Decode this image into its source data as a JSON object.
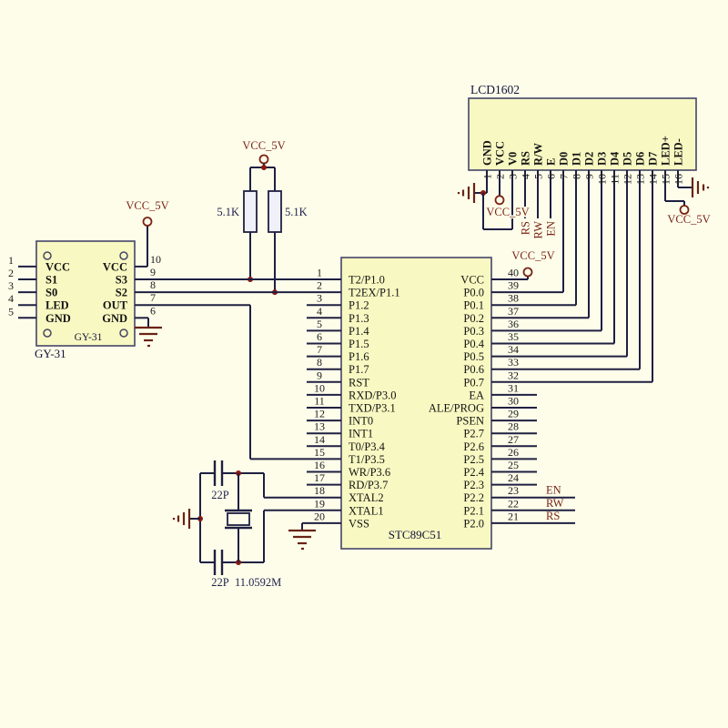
{
  "colors": {
    "background": "#FDFDEA",
    "wire": "#1F1F42",
    "component_fill": "#F8F8C2",
    "component_border": "#454568",
    "pin_text": "#141414",
    "number_text": "#1A1A1A",
    "title_text": "#101038",
    "value_text": "#23234E",
    "power_text": "#7B2315",
    "net_text": "#7B2315",
    "ground": "#6B2314",
    "junction": "#8B1A10",
    "resistor_fill": "#F0F0F8"
  },
  "power": {
    "vcc": "VCC_5V"
  },
  "nets": {
    "en": "EN",
    "rw": "RW",
    "rs": "RS"
  },
  "values": {
    "r1": "5.1K",
    "r2": "5.1K",
    "c1": "22P",
    "c2": "22P",
    "crystal": "11.0592M"
  },
  "gy31": {
    "designator": "GY-31",
    "inner_label": "GY-31",
    "left_pins": [
      {
        "num": "1",
        "label": "VCC"
      },
      {
        "num": "2",
        "label": "S1"
      },
      {
        "num": "3",
        "label": "S0"
      },
      {
        "num": "4",
        "label": "LED"
      },
      {
        "num": "5",
        "label": "GND"
      }
    ],
    "right_pins": [
      {
        "num": "10",
        "label": "VCC"
      },
      {
        "num": "9",
        "label": "S3"
      },
      {
        "num": "8",
        "label": "S2"
      },
      {
        "num": "7",
        "label": "OUT"
      },
      {
        "num": "6",
        "label": "GND"
      }
    ]
  },
  "mcu": {
    "title": "STC89C51",
    "left_pins": [
      {
        "num": "1",
        "label": "T2/P1.0"
      },
      {
        "num": "2",
        "label": "T2EX/P1.1"
      },
      {
        "num": "3",
        "label": "P1.2"
      },
      {
        "num": "4",
        "label": "P1.3"
      },
      {
        "num": "5",
        "label": "P1.4"
      },
      {
        "num": "6",
        "label": "P1.5"
      },
      {
        "num": "7",
        "label": "P1.6"
      },
      {
        "num": "8",
        "label": "P1.7"
      },
      {
        "num": "9",
        "label": "RST"
      },
      {
        "num": "10",
        "label": "RXD/P3.0"
      },
      {
        "num": "11",
        "label": "TXD/P3.1"
      },
      {
        "num": "12",
        "label": "INT0"
      },
      {
        "num": "13",
        "label": "INT1"
      },
      {
        "num": "14",
        "label": "T0/P3.4"
      },
      {
        "num": "15",
        "label": "T1/P3.5"
      },
      {
        "num": "16",
        "label": "WR/P3.6"
      },
      {
        "num": "17",
        "label": "RD/P3.7"
      },
      {
        "num": "18",
        "label": "XTAL2"
      },
      {
        "num": "19",
        "label": "XTAL1"
      },
      {
        "num": "20",
        "label": "VSS"
      }
    ],
    "right_pins": [
      {
        "num": "40",
        "label": "VCC"
      },
      {
        "num": "39",
        "label": "P0.0"
      },
      {
        "num": "38",
        "label": "P0.1"
      },
      {
        "num": "37",
        "label": "P0.2"
      },
      {
        "num": "36",
        "label": "P0.3"
      },
      {
        "num": "35",
        "label": "P0.4"
      },
      {
        "num": "34",
        "label": "P0.5"
      },
      {
        "num": "33",
        "label": "P0.6"
      },
      {
        "num": "32",
        "label": "P0.7"
      },
      {
        "num": "31",
        "label": "EA"
      },
      {
        "num": "30",
        "label": "ALE/PROG"
      },
      {
        "num": "29",
        "label": "PSEN"
      },
      {
        "num": "28",
        "label": "P2.7"
      },
      {
        "num": "27",
        "label": "P2.6"
      },
      {
        "num": "26",
        "label": "P2.5"
      },
      {
        "num": "25",
        "label": "P2.4"
      },
      {
        "num": "24",
        "label": "P2.3"
      },
      {
        "num": "23",
        "label": "P2.2"
      },
      {
        "num": "22",
        "label": "P2.1"
      },
      {
        "num": "21",
        "label": "P2.0"
      }
    ]
  },
  "lcd": {
    "title": "LCD1602",
    "pins": [
      {
        "num": "1",
        "label": "GND"
      },
      {
        "num": "2",
        "label": "VCC"
      },
      {
        "num": "3",
        "label": "V0"
      },
      {
        "num": "4",
        "label": "RS"
      },
      {
        "num": "5",
        "label": "R/W"
      },
      {
        "num": "6",
        "label": "E"
      },
      {
        "num": "7",
        "label": "D0"
      },
      {
        "num": "8",
        "label": "D1"
      },
      {
        "num": "9",
        "label": "D2"
      },
      {
        "num": "10",
        "label": "D3"
      },
      {
        "num": "11",
        "label": "D4"
      },
      {
        "num": "12",
        "label": "D5"
      },
      {
        "num": "13",
        "label": "D6"
      },
      {
        "num": "14",
        "label": "D7"
      },
      {
        "num": "15",
        "label": "LED+"
      },
      {
        "num": "16",
        "label": "LED-"
      }
    ]
  }
}
